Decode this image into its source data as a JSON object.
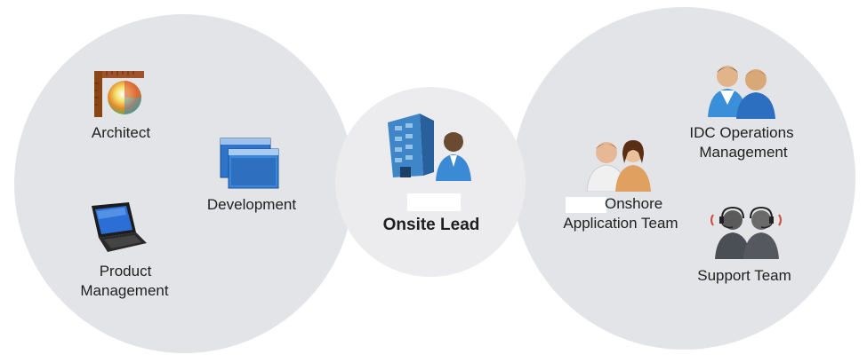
{
  "left_group": {
    "architect": {
      "label": "Architect",
      "icon": "drafting-color-wheel-icon"
    },
    "development": {
      "label": "Development",
      "icon": "windows-stack-icon"
    },
    "product_management": {
      "line1": "Product",
      "line2": "Management",
      "icon": "laptop-icon"
    }
  },
  "center": {
    "label": "Onsite Lead",
    "icon": "building-person-icon"
  },
  "right_group": {
    "idc_operations": {
      "line1": "IDC Operations",
      "line2": "Management",
      "icon": "two-people-icon"
    },
    "onshore": {
      "line1": "Onshore",
      "line2": "Application Team",
      "icon": "man-woman-icon"
    },
    "support": {
      "label": "Support Team",
      "icon": "headset-people-icon"
    }
  },
  "colors": {
    "circle_fill": "#e3e4e7",
    "center_fill": "#ececee",
    "accent_blue": "#2f74c8"
  }
}
